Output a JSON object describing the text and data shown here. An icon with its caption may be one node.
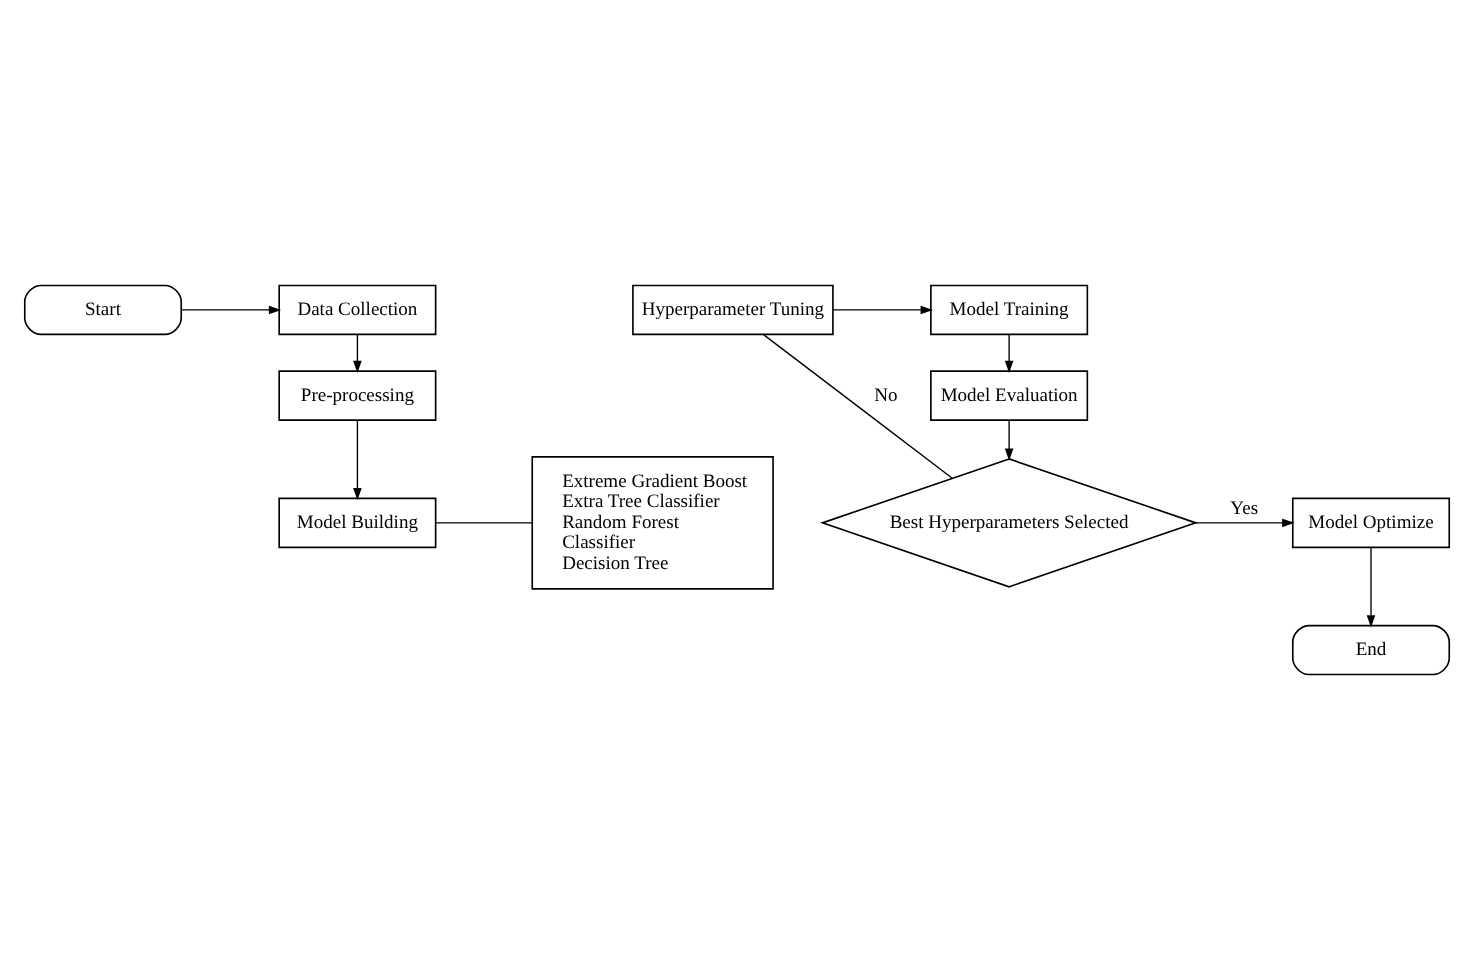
{
  "diagram": {
    "nodes": [
      {
        "text": [
          "Start"
        ]
      },
      {
        "text": [
          "Data Collection"
        ]
      },
      {
        "text": [
          "Pre-processing"
        ]
      },
      {
        "text": [
          "Model Building"
        ]
      },
      {
        "text": [
          "Extreme Gradient Boost",
          "Extra Tree Classifier",
          "Random Forest",
          "Classifier",
          "Decision Tree"
        ]
      },
      {
        "text": [
          "Hyperparameter Tuning"
        ]
      },
      {
        "text": [
          "Model Training"
        ]
      },
      {
        "text": [
          "Model Evaluation"
        ]
      },
      {
        "text": [
          "Best Hyperparameters Selected"
        ]
      },
      {
        "text": [
          "Model Optimize"
        ]
      },
      {
        "text": [
          "End"
        ]
      }
    ],
    "edges": [
      {
        "from": 0,
        "to": 1,
        "arrow": "to"
      },
      {
        "from": 1,
        "to": 2,
        "arrow": "to"
      },
      {
        "from": 2,
        "to": 3,
        "arrow": "to"
      },
      {
        "from": 3,
        "to": 4,
        "arrow": "none"
      },
      {
        "from": 5,
        "to": 6,
        "arrow": "to"
      },
      {
        "from": 6,
        "to": 7,
        "arrow": "to"
      },
      {
        "from": 7,
        "to": 8,
        "arrow": "to"
      },
      {
        "from": 8,
        "to": 5,
        "arrow": "none",
        "label": "No"
      },
      {
        "from": 8,
        "to": 9,
        "arrow": "to",
        "label": "Yes"
      },
      {
        "from": 9,
        "to": 10,
        "arrow": "to"
      }
    ]
  }
}
